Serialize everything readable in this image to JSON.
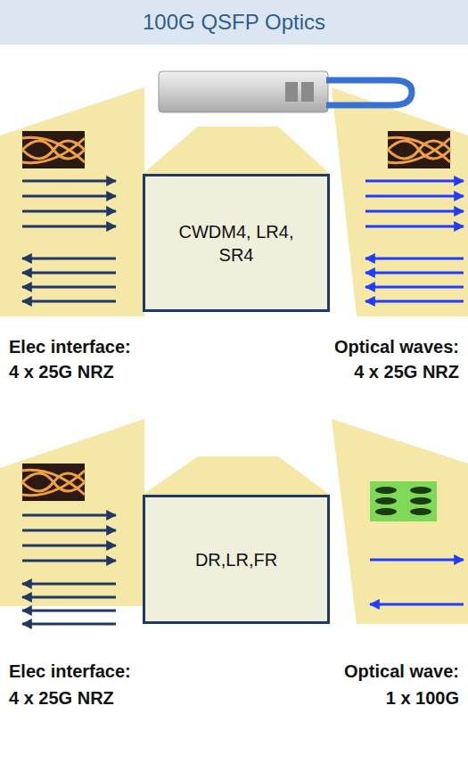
{
  "diagram": {
    "title": "100G QSFP Optics",
    "nodes": [
      {
        "text": [
          "CWDM4, LR4, SR4"
        ]
      },
      {
        "text": [
          "DR,LR,FR"
        ]
      }
    ],
    "labels": [
      "Elec interface:",
      "4 x 25G NRZ",
      "Optical waves:",
      "4 x 25G NRZ",
      "Elec interface:",
      "4 x 25G NRZ",
      "Optical wave:",
      "1 x 100G"
    ]
  }
}
